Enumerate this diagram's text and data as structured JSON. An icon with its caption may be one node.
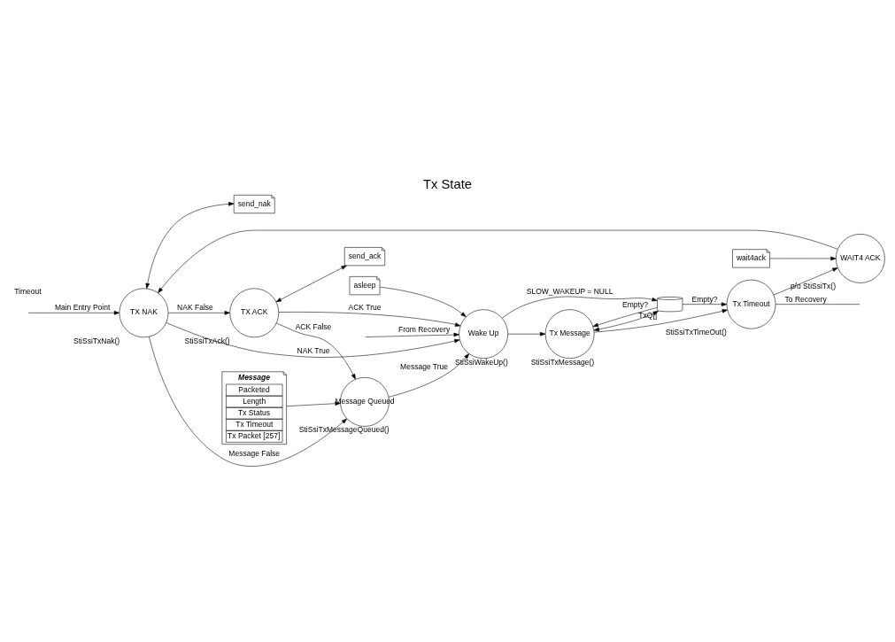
{
  "diagram": {
    "title": "Tx State",
    "nodes": [
      {
        "text": [
          "TX NAK"
        ],
        "beside": [
          "StiSsiTxNak()"
        ]
      },
      {
        "text": [
          "send_nak"
        ]
      },
      {
        "text": [
          "WAIT4 ACK"
        ],
        "beside": [
          "p/o StiSsiTx()"
        ]
      },
      {
        "text": [
          "wait4ack"
        ]
      },
      {
        "text": [
          "TX ACK"
        ],
        "beside": [
          "StiSsiTxAck()"
        ]
      },
      {
        "text": [
          "send_ack"
        ]
      },
      {
        "text": [
          "Message Queued"
        ],
        "beside": [
          "StiSsiTxMessageQueued()"
        ]
      },
      {
        "text": [
          "Wake Up"
        ],
        "beside": [
          "StiSsiWakeUp()"
        ]
      },
      {
        "text": [
          "asleep"
        ]
      },
      {
        "text": [
          "Message",
          "Packeted",
          "Length",
          "Tx Status",
          "Tx Timeout",
          "Tx Packet [257]"
        ]
      },
      {
        "text": [
          "Tx Message"
        ],
        "beside": [
          "StiSsiTxMessage()"
        ]
      },
      {
        "text": [
          "TxQ[]"
        ]
      },
      {
        "text": [
          "Tx Timeout"
        ],
        "beside": [
          "StiSsiTxTimeOut()"
        ]
      }
    ],
    "edges": [
      {
        "from": null,
        "to": 0,
        "arrow": "to",
        "label": "Main Entry Point"
      },
      {
        "from": 0,
        "to": 1,
        "arrow": "both"
      },
      {
        "from": 2,
        "to": 0,
        "arrow": "to"
      },
      {
        "from": 3,
        "to": 2,
        "arrow": "to"
      },
      {
        "from": 0,
        "to": 4,
        "arrow": "to",
        "label": "NAK False"
      },
      {
        "from": 0,
        "to": 7,
        "arrow": "to",
        "label": "NAK True"
      },
      {
        "from": 4,
        "to": 5,
        "arrow": "both"
      },
      {
        "from": 4,
        "to": 7,
        "arrow": "to",
        "label": "ACK True"
      },
      {
        "from": 4,
        "to": 6,
        "arrow": "to",
        "label": "ACK False"
      },
      {
        "from": 0,
        "to": 6,
        "arrow": "to",
        "label": "Message False"
      },
      {
        "from": 6,
        "to": 7,
        "arrow": "to",
        "label": "Message True"
      },
      {
        "from": 9,
        "to": 6,
        "arrow": "to"
      },
      {
        "from": null,
        "to": 7,
        "arrow": "to",
        "label": "From Recovery"
      },
      {
        "from": 8,
        "to": 7,
        "arrow": "to"
      },
      {
        "from": 7,
        "to": 11,
        "arrow": "to",
        "label": "SLOW_WAKEUP = NULL"
      },
      {
        "from": 7,
        "to": 10,
        "arrow": "to"
      },
      {
        "from": 10,
        "to": 11,
        "arrow": "both"
      },
      {
        "from": 11,
        "to": 10,
        "arrow": "to",
        "label": "Empty?"
      },
      {
        "from": 11,
        "to": 12,
        "arrow": "to",
        "label": "Empty?"
      },
      {
        "from": 10,
        "to": 12,
        "arrow": "to"
      },
      {
        "from": 12,
        "to": 2,
        "arrow": "to"
      },
      {
        "from": 12,
        "to": null,
        "arrow": "none",
        "label": "To Recovery"
      }
    ],
    "labels": [
      "Timeout"
    ]
  }
}
